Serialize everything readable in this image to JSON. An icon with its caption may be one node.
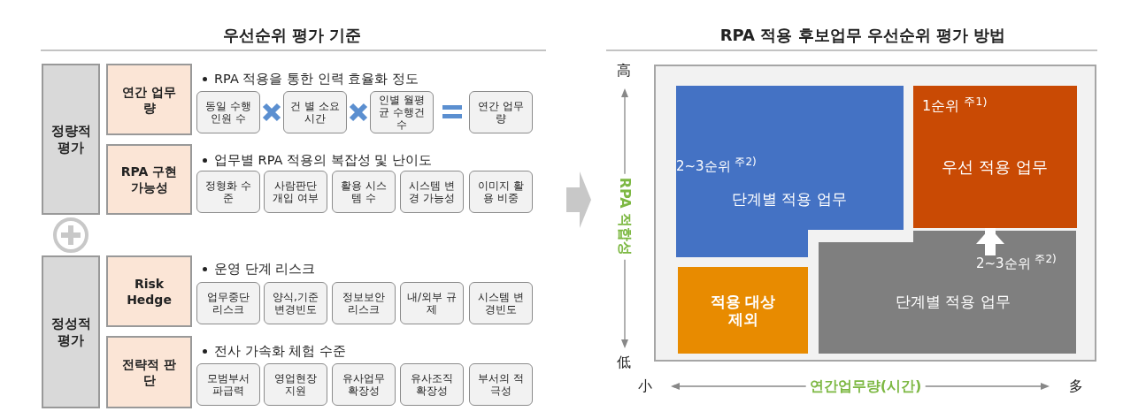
{
  "diagram": {
    "nodes": [
      {
        "text": [
          "정량적 평가"
        ]
      },
      {
        "text": [
          "연간 업무량"
        ]
      },
      {
        "text": [
          "동일 수행 인원 수"
        ]
      },
      {
        "text": [
          "건 별 소요시간"
        ]
      },
      {
        "text": [
          "인별 월평균 수행건수"
        ]
      },
      {
        "text": [
          "연간 업무량"
        ]
      },
      {
        "text": [
          "RPA 구현가능성"
        ]
      },
      {
        "text": [
          "정형화 수준"
        ]
      },
      {
        "text": [
          "사람판단 개입 여부"
        ]
      },
      {
        "text": [
          "활용 시스템 수"
        ]
      },
      {
        "text": [
          "시스템 변경 가능성"
        ]
      },
      {
        "text": [
          "이미지 활용 비중"
        ]
      },
      {
        "text": [
          "정성적 평가"
        ]
      },
      {
        "text": [
          "Risk Hedge"
        ]
      },
      {
        "text": [
          "업무중단 리스크"
        ]
      },
      {
        "text": [
          "양식,기준 변경빈도"
        ]
      },
      {
        "text": [
          "정보보안 리스크"
        ]
      },
      {
        "text": [
          "내/외부 규제"
        ]
      },
      {
        "text": [
          "시스템 변경빈도"
        ]
      },
      {
        "text": [
          "전략적 판단"
        ]
      },
      {
        "text": [
          "모범부서 파급력"
        ]
      },
      {
        "text": [
          "영업현장 지원"
        ]
      },
      {
        "text": [
          "유사업무 확장성"
        ]
      },
      {
        "text": [
          "유사조직 확장성"
        ]
      },
      {
        "text": [
          "부서의 적극성"
        ]
      },
      {
        "text": [],
        "shape": "box"
      },
      {
        "text": [
          "2~3순위 $^{주2)}$",
          "단계별 적용 업무"
        ],
        "in": 25
      },
      {
        "text": [
          "1순위 $^{주1)}$",
          "우선 적용 업무"
        ],
        "in": 25
      },
      {
        "text": [
          "적용 대상 제외"
        ],
        "in": 25
      },
      {
        "text": [
          "2~3순위 $^{주2)}$",
          "단계별 적용 업무"
        ],
        "in": 25
      }
    ],
    "edges": [
      {
        "from": 29,
        "to": 27,
        "arrow": "to"
      }
    ],
    "labels": [
      "우선순위 평가 기준",
      "RPA 적용 후보업무 우선순위 평가 방법",
      "RPA 적용을 통한 인력 효율화 정도",
      "업무별 RPA 적용의 복잡성 및 난이도",
      "운영 단계 리스크",
      "전사 가속화 체험 수준",
      "高",
      "RPA 적합성",
      "低",
      "小",
      "연간업무량(시간)",
      "多"
    ]
  }
}
